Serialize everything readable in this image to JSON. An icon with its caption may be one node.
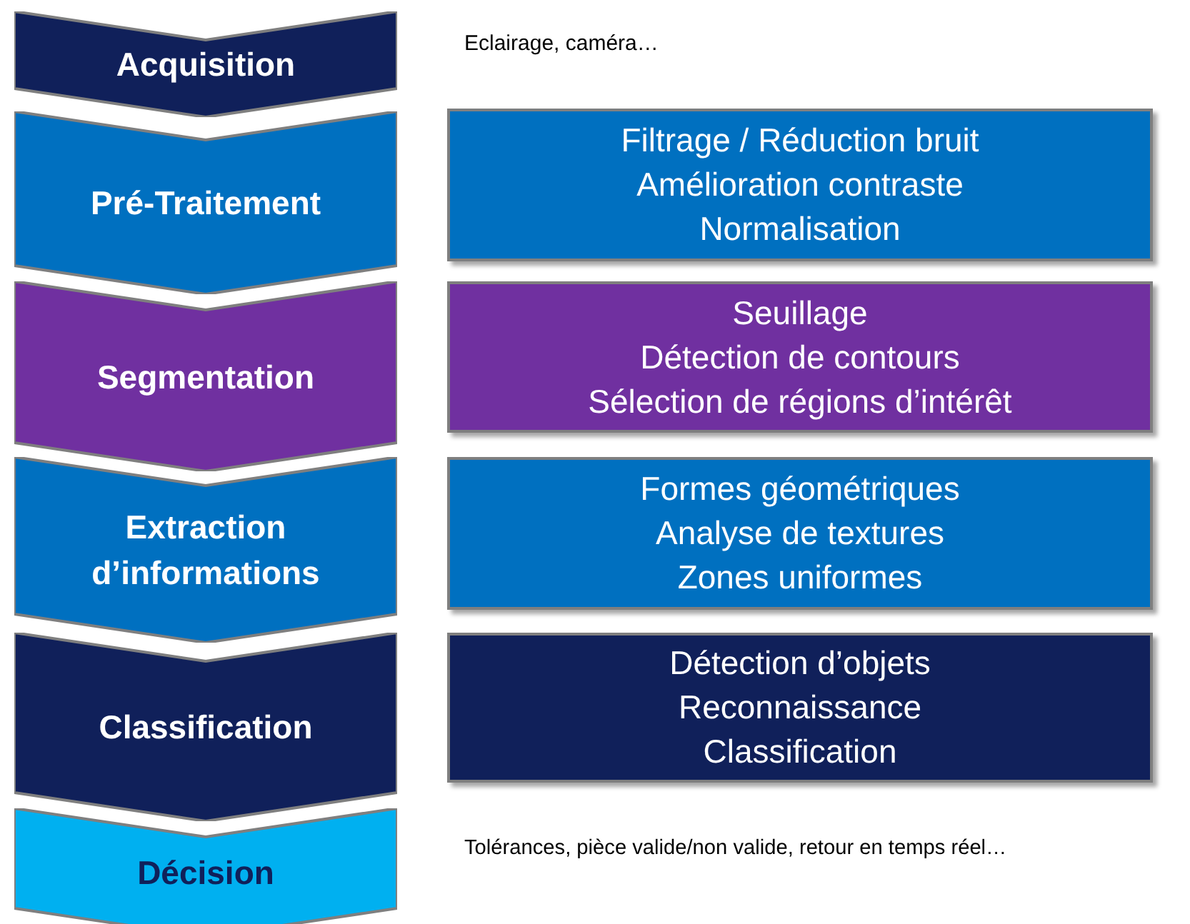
{
  "diagram": {
    "nodes": [
      {
        "text": [
          "Acquisition"
        ],
        "beside": [
          "Eclairage, caméra…"
        ]
      },
      {
        "text": [
          "Pré-Traitement"
        ]
      },
      {
        "text": [
          "Filtrage / Réduction bruit",
          "Amélioration contraste",
          "Normalisation"
        ]
      },
      {
        "text": [
          "Segmentation"
        ]
      },
      {
        "text": [
          "Seuillage",
          "Détection de contours",
          "Sélection de régions d’intérêt"
        ]
      },
      {
        "text": [
          "Extraction d’informations"
        ]
      },
      {
        "text": [
          "Formes géométriques",
          "Analyse de textures",
          "Zones uniformes"
        ]
      },
      {
        "text": [
          "Classification"
        ]
      },
      {
        "text": [
          "Détection d’objets",
          "Reconnaissance",
          "Classification"
        ]
      },
      {
        "text": [
          "Décision"
        ],
        "beside": [
          "Tolérances, pièce valide/non valide, retour en temps réel…"
        ]
      }
    ]
  }
}
